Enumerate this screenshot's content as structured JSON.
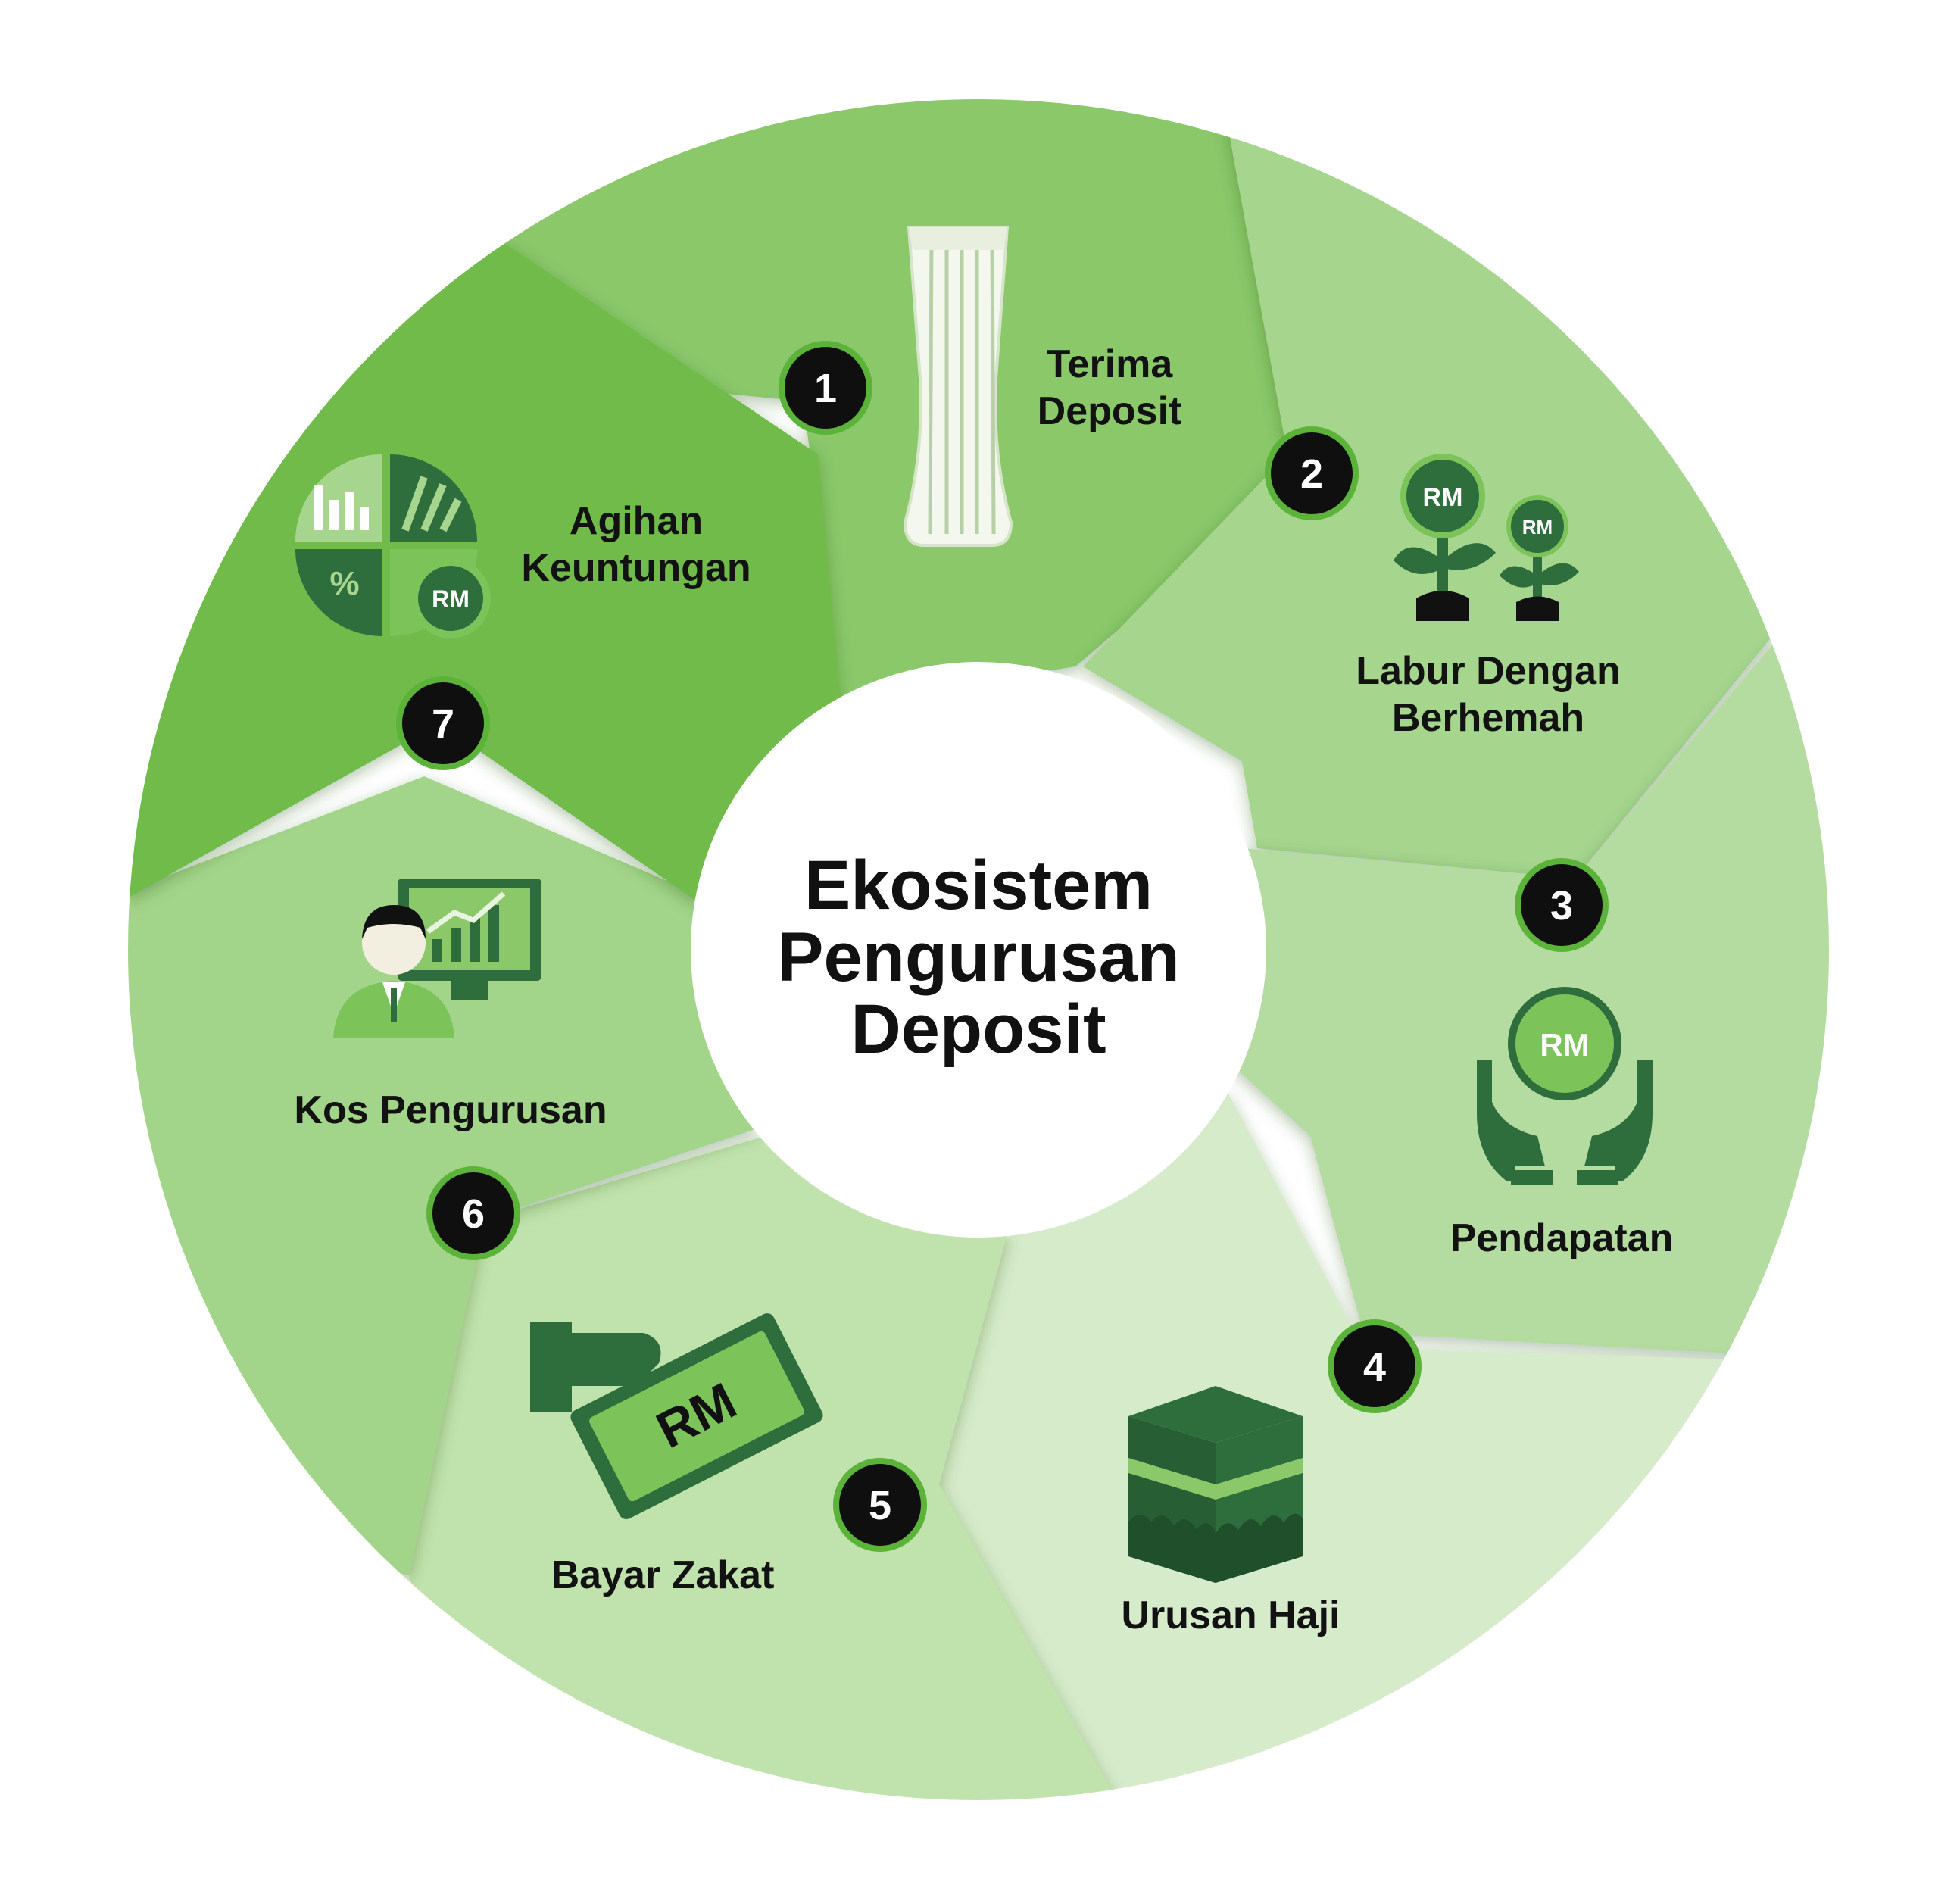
{
  "center": {
    "line1": "Ekosistem",
    "line2": "Pengurusan",
    "line3": "Deposit"
  },
  "steps": [
    {
      "number": "1",
      "label_line1": "Terima",
      "label_line2": "Deposit",
      "icon": "tower-icon"
    },
    {
      "number": "2",
      "label_line1": "Labur Dengan",
      "label_line2": "Berhemah",
      "icon": "money-plants-icon"
    },
    {
      "number": "3",
      "label_line1": "Pendapatan",
      "label_line2": "",
      "icon": "hands-coin-icon"
    },
    {
      "number": "4",
      "label_line1": "Urusan Haji",
      "label_line2": "",
      "icon": "kaaba-icon"
    },
    {
      "number": "5",
      "label_line1": "Bayar Zakat",
      "label_line2": "",
      "icon": "hand-banknote-icon"
    },
    {
      "number": "6",
      "label_line1": "Kos Pengurusan",
      "label_line2": "",
      "icon": "manager-chart-icon"
    },
    {
      "number": "7",
      "label_line1": "Agihan",
      "label_line2": "Keuntungan",
      "icon": "profit-pie-icon"
    }
  ],
  "icon_text": {
    "rm": "RM"
  },
  "colors": {
    "segment1": "#8ac86a",
    "segment2": "#a6d58e",
    "segment3": "#b4dca0",
    "segment4": "#d6ebca",
    "segment5": "#c0e2ac",
    "segment6": "#a2d489",
    "segment7": "#6fbb48",
    "icon_dark": "#2e6e3c",
    "badge": "#0f0f0f",
    "badge_ring": "#5cb33a"
  }
}
